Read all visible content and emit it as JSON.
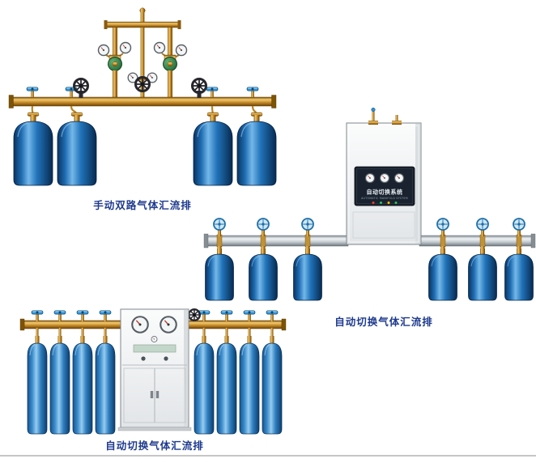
{
  "page": {
    "background": "#ffffff",
    "bottom_rule_color": "#c6c6c6"
  },
  "colors": {
    "caption_text": "#1e3a8f",
    "cylinder_blue": "#2173ba",
    "cylinder_blue_light": "#3e8ecd",
    "brass_pipe": "#cd9330",
    "aluminum_manifold": "#c3cbd0",
    "panel_dark": "#19222e",
    "valve_blue": "#2f8fd0"
  },
  "products": [
    {
      "name": "manual-dual-gas-manifold",
      "caption": "手动双路气体汇流排",
      "cylinders": 4,
      "regulators": 2,
      "handwheel_valves": 3,
      "pressure_gauges": 6
    },
    {
      "name": "auto-switch-gas-manifold-wall-cabinet",
      "caption": "自动切换气体汇流排",
      "cylinders": 6,
      "control_panel": {
        "title": "自动切换系统",
        "subtitle": "AUTOMATIC MANIFOLD SYSTEM",
        "gauges": 3,
        "indicator_lights": 4
      }
    },
    {
      "name": "auto-switch-gas-manifold-floor-cabinet",
      "caption": "自动切换气体汇流排",
      "cylinders": 8,
      "cabinet_gauges": 2,
      "handwheel_valves": 8
    }
  ]
}
